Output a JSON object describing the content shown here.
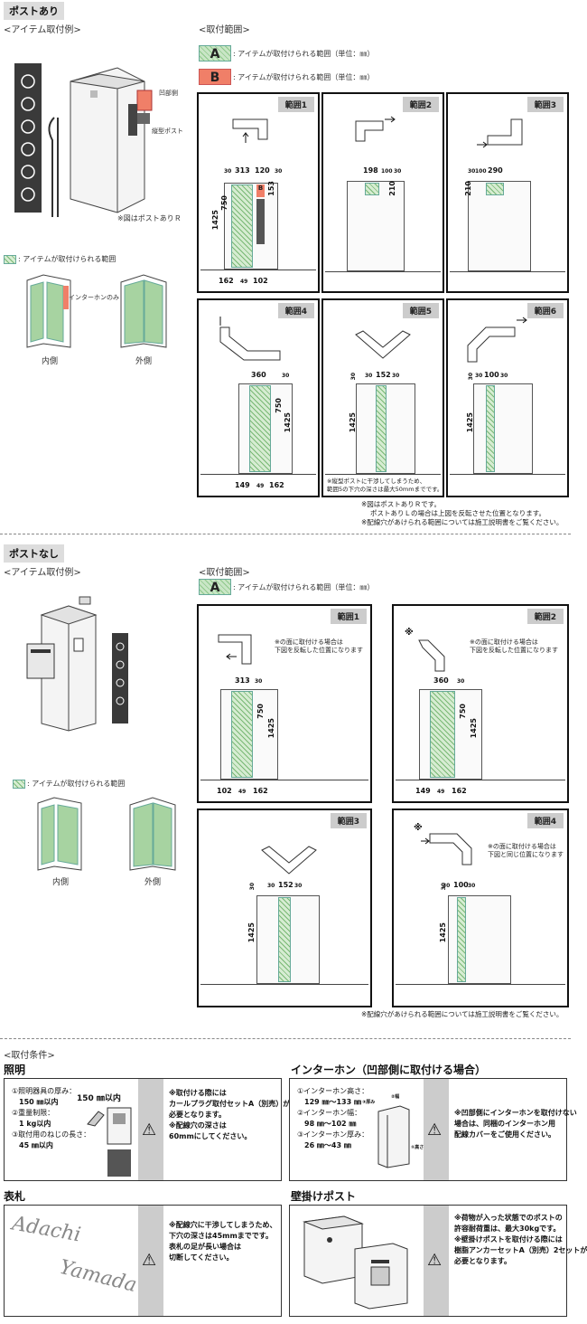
{
  "s1": {
    "tag": "ポストあり",
    "example_heading": "<アイテム取付例>",
    "range_heading": "<取付範囲>",
    "callout_recess": "凹部側",
    "callout_post": "縦型ポスト",
    "note_r": "※図はポストありＲ",
    "legend_text": ": アイテムが取付けられる範囲",
    "legend_A_letter": "A",
    "legend_A": ": アイテムが取付けられる範囲（単位：㎜）",
    "legend_B_letter": "B",
    "legend_B": ": アイテムが取付けられる範囲（単位：㎜）",
    "interphone_only": "インターホンのみ",
    "inner": "内側",
    "outer": "外側",
    "panels": [
      {
        "title": "範囲1",
        "dims": {
          "a": "313",
          "b": "120",
          "c": "30",
          "d": "750",
          "e": "1425",
          "f": "153",
          "g": "162",
          "h": "49",
          "i": "102",
          "j": "30"
        },
        "b_letter": "B"
      },
      {
        "title": "範囲2",
        "dims": {
          "a": "198",
          "b": "100",
          "c": "210",
          "d": "30"
        }
      },
      {
        "title": "範囲3",
        "dims": {
          "a": "100",
          "b": "290",
          "c": "210",
          "d": "30"
        }
      },
      {
        "title": "範囲4",
        "dims": {
          "a": "360",
          "b": "30",
          "c": "750",
          "d": "1425",
          "e": "149",
          "f": "49",
          "g": "162"
        }
      },
      {
        "title": "範囲5",
        "dims": {
          "a": "30",
          "b": "152",
          "c": "30",
          "d": "1425",
          "e": "30"
        },
        "note": "※縦型ポストに干渉してしまうため、\n範囲5の下穴の深さは最大50mmまでです。"
      },
      {
        "title": "範囲6",
        "dims": {
          "a": "30",
          "b": "100",
          "c": "30",
          "d": "1425",
          "e": "30"
        }
      }
    ],
    "footnotes": [
      "※図はポストありＲです。",
      "ポストありＬの場合は上図を反転させた位置となります。",
      "※配線穴があけられる範囲については施工説明書をご覧ください。"
    ]
  },
  "s2": {
    "tag": "ポストなし",
    "example_heading": "<アイテム取付例>",
    "range_heading": "<取付範囲>",
    "legend_A_letter": "A",
    "legend_A": ": アイテムが取付けられる範囲（単位：㎜）",
    "legend_text": ": アイテムが取付けられる範囲",
    "inner": "内側",
    "outer": "外側",
    "panels": [
      {
        "title": "範囲1",
        "note": "※の面に取付ける場合は\n下図を反転した位置になります",
        "dims": {
          "a": "313",
          "b": "30",
          "c": "750",
          "d": "1425",
          "e": "102",
          "f": "49",
          "g": "162"
        }
      },
      {
        "title": "範囲2",
        "note": "※の面に取付ける場合は\n下図を反転した位置になります",
        "dims": {
          "a": "360",
          "b": "30",
          "c": "750",
          "d": "1425",
          "e": "149",
          "f": "49",
          "g": "162"
        }
      },
      {
        "title": "範囲3",
        "dims": {
          "a": "30",
          "b": "152",
          "c": "30",
          "d": "1425",
          "e": "30"
        }
      },
      {
        "title": "範囲4",
        "note": "※の面に取付ける場合は\n下図と同じ位置になります",
        "dims": {
          "a": "30",
          "b": "100",
          "c": "30",
          "d": "1425",
          "e": "30"
        }
      }
    ],
    "footnote": "※配線穴があけられる範囲については施工説明書をご覧ください。",
    "star": "※"
  },
  "s3": {
    "heading": "<取付条件>",
    "lighting": {
      "title": "照明",
      "specs": [
        "①照明器具の厚み：",
        "150 ㎜以内",
        "②重量制限：",
        "1 kg以内",
        "③取付用のねじの長さ：",
        "45 ㎜以内"
      ],
      "dim": "150 ㎜以内",
      "warning": [
        "※取付ける際には",
        "カールプラグ取付セットA（別売）が",
        "必要となります。",
        "",
        "※配線穴の深さは",
        "60mmにしてください。"
      ]
    },
    "interphone": {
      "title": "インターホン（凹部側に取付ける場合）",
      "specs": [
        "①インターホン高さ：",
        "129 ㎜～133 ㎜",
        "②インターホン幅：",
        "98 ㎜～102 ㎜",
        "③インターホン厚み：",
        "26 ㎜～43 ㎜"
      ],
      "warning": [
        "※凹部側にインターホンを取付けない",
        "場合は、同梱のインターホン用",
        "配線カバーをご使用ください。"
      ],
      "fig_labels": [
        "③厚み",
        "②幅",
        "①高さ"
      ]
    },
    "nameplate": {
      "title": "表札",
      "script_1": "Adachi",
      "script_2": "Yamada",
      "warning": [
        "※配線穴に干渉してしまうため、",
        "下穴の深さは45mmまでです。",
        "",
        "表札の足が長い場合は",
        "切断してください。"
      ]
    },
    "wallpost": {
      "title": "壁掛けポスト",
      "warning": [
        "※荷物が入った状態でのポストの",
        "許容耐荷重は、最大30kgです。",
        "",
        "※壁掛けポストを取付ける際には",
        "樹脂アンカーセットA（別売）2セットが",
        "必要となります。"
      ]
    }
  },
  "warn_icon": "warning-triangle-icon",
  "colors": {
    "hatch_green": "#79b874",
    "range_b": "#f07f68",
    "panel_title_bg": "#cccccc"
  }
}
